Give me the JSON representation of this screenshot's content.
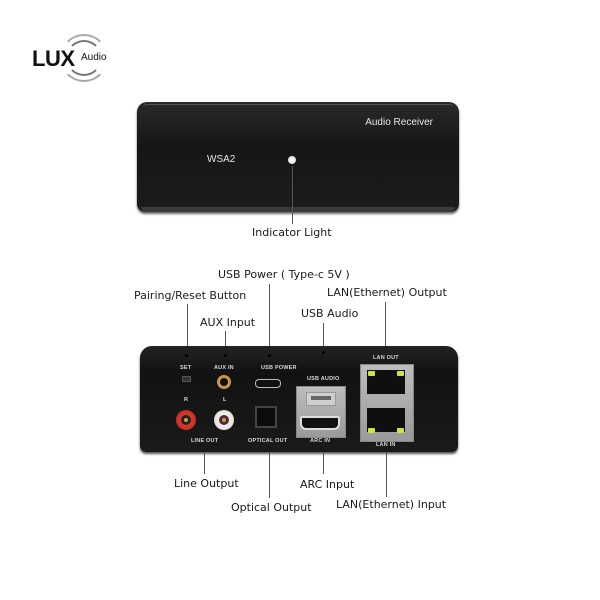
{
  "logo": {
    "brand": "LUX",
    "sub": "Audio"
  },
  "front": {
    "title": "Audio Receiver",
    "model": "WSA2",
    "callout": "Indicator Light"
  },
  "rear": {
    "port_labels": {
      "set": "SET",
      "aux_in": "AUX IN",
      "usb_power": "USB POWER",
      "usb_audio": "USB AUDIO",
      "lan_out": "LAN OUT",
      "r": "R",
      "l": "L",
      "line_out": "LINE OUT",
      "optical_out": "OPTICAL OUT",
      "arc_in": "ARC IN",
      "lan_in": "LAN IN"
    },
    "callouts_top": {
      "usb_power": "USB Power ( Type-c 5V )",
      "pairing": "Pairing/Reset Button",
      "lan_output": "LAN(Ethernet) Output",
      "aux_input": "AUX Input",
      "usb_audio": "USB Audio"
    },
    "callouts_bottom": {
      "line_output": "Line Output",
      "arc_input": "ARC Input",
      "optical_output": "Optical Output",
      "lan_input": "LAN(Ethernet) Input"
    }
  },
  "colors": {
    "device_body": "#1a1a1a",
    "led_green": "#c9e83a",
    "rca_red": "#d8302a",
    "rca_white": "#f0ece4",
    "gold": "#c49a4a"
  }
}
